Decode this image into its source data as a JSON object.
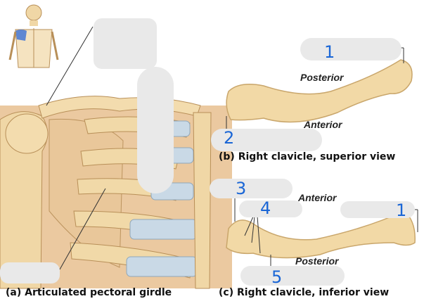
{
  "captions": {
    "a": "(a) Articulated pectoral girdle",
    "b": "(b) Right clavicle, superior view",
    "c": "(c) Right clavicle, inferior view"
  },
  "directions": {
    "b_top": "Posterior",
    "b_bottom": "Anterior",
    "c_top": "Anterior",
    "c_bottom": "Posterior"
  },
  "handwritten_numbers": {
    "b_label_1": "1",
    "b_label_2": "2",
    "c_label_3": "3",
    "c_label_4": "4",
    "c_label_1": "1",
    "c_label_5": "5"
  },
  "colors": {
    "bone": "#f1d9a8",
    "bone_shadow": "#c9a66b",
    "cartilage": "#c9d9e6",
    "muscle_bg": "#e4b784",
    "label_blank": "#e9e9e9",
    "handwriting": "#1a66d6"
  }
}
